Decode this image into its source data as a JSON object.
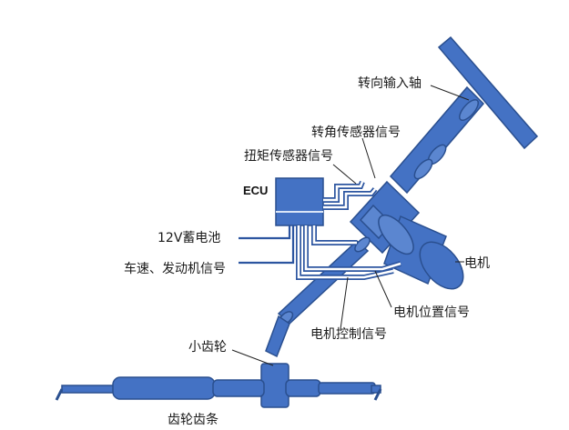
{
  "labels": {
    "input_shaft": "转向输入轴",
    "angle_sensor_signal": "转角传感器信号",
    "torque_sensor_signal": "扭矩传感器信号",
    "ecu": "ECU",
    "battery": "12V蓄电池",
    "speed_engine_signal": "车速、发动机信号",
    "motor": "电机",
    "motor_position_signal": "电机位置信号",
    "motor_control_signal": "电机控制信号",
    "pinion": "小齿轮",
    "rack": "齿轮齿条"
  },
  "colors": {
    "component_fill": "#4472c4",
    "component_stroke": "#2a4f8f",
    "wire": "#2c55a0",
    "label_text": "#1a1a1a"
  }
}
